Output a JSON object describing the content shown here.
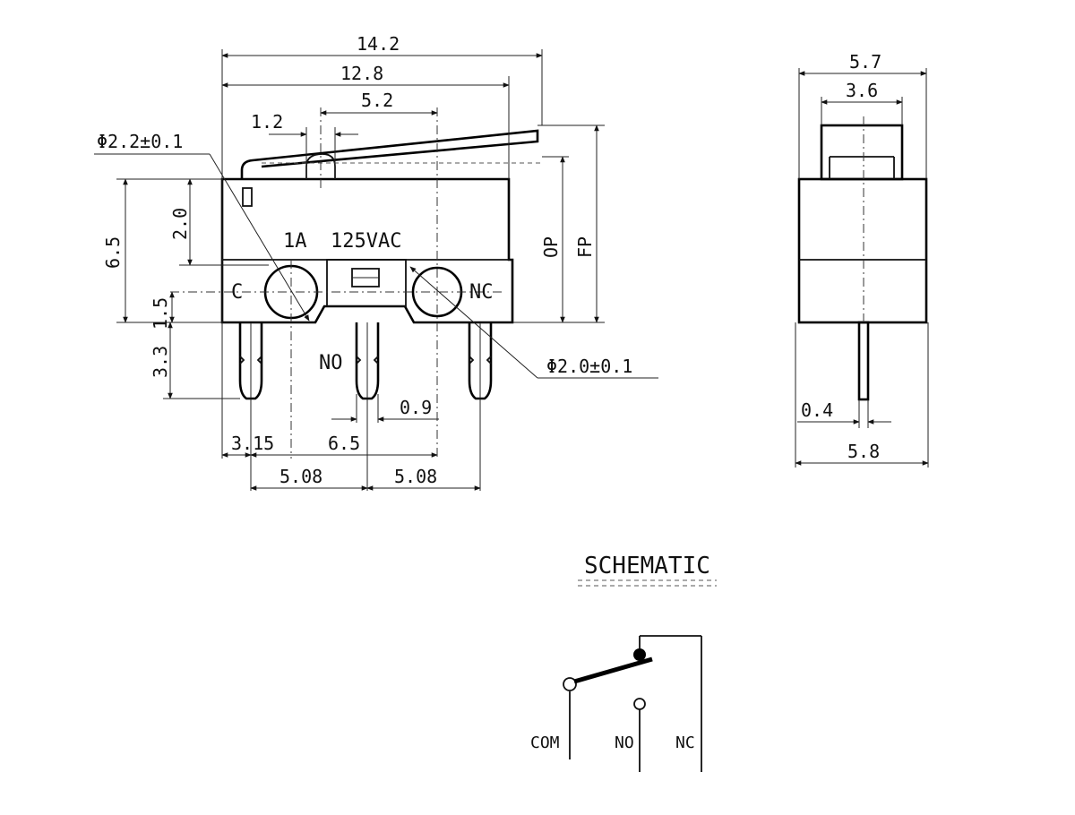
{
  "front_view": {
    "dim_overall_length": "14.2",
    "dim_body_length": "12.8",
    "dim_hole_spacing": "5.2",
    "dim_lever_width": "1.2",
    "dim_hole_diameter_large": "Φ2.2±0.1",
    "dim_body_height": "6.5",
    "dim_hole_height": "2.0",
    "dim_hole_offset": "1.5",
    "dim_pin_length": "3.3",
    "rating_label": "1A  125VAC",
    "terminal_c": "C",
    "terminal_nc": "NC",
    "terminal_no": "NO",
    "dim_op": "OP",
    "dim_fp": "FP",
    "dim_hole_diameter_small": "Φ2.0±0.1",
    "dim_pin_width": "0.9",
    "dim_left_pin_offset": "3.15",
    "dim_pin_to_hole": "6.5",
    "dim_pin_pitch_left": "5.08",
    "dim_pin_pitch_right": "5.08"
  },
  "side_view": {
    "dim_total_width": "5.7",
    "dim_actuator_width": "3.6",
    "dim_pin_thickness": "0.4",
    "dim_base_width": "5.8"
  },
  "schematic": {
    "title": "SCHEMATIC",
    "com_label": "COM",
    "no_label": "NO",
    "nc_label": "NC"
  }
}
